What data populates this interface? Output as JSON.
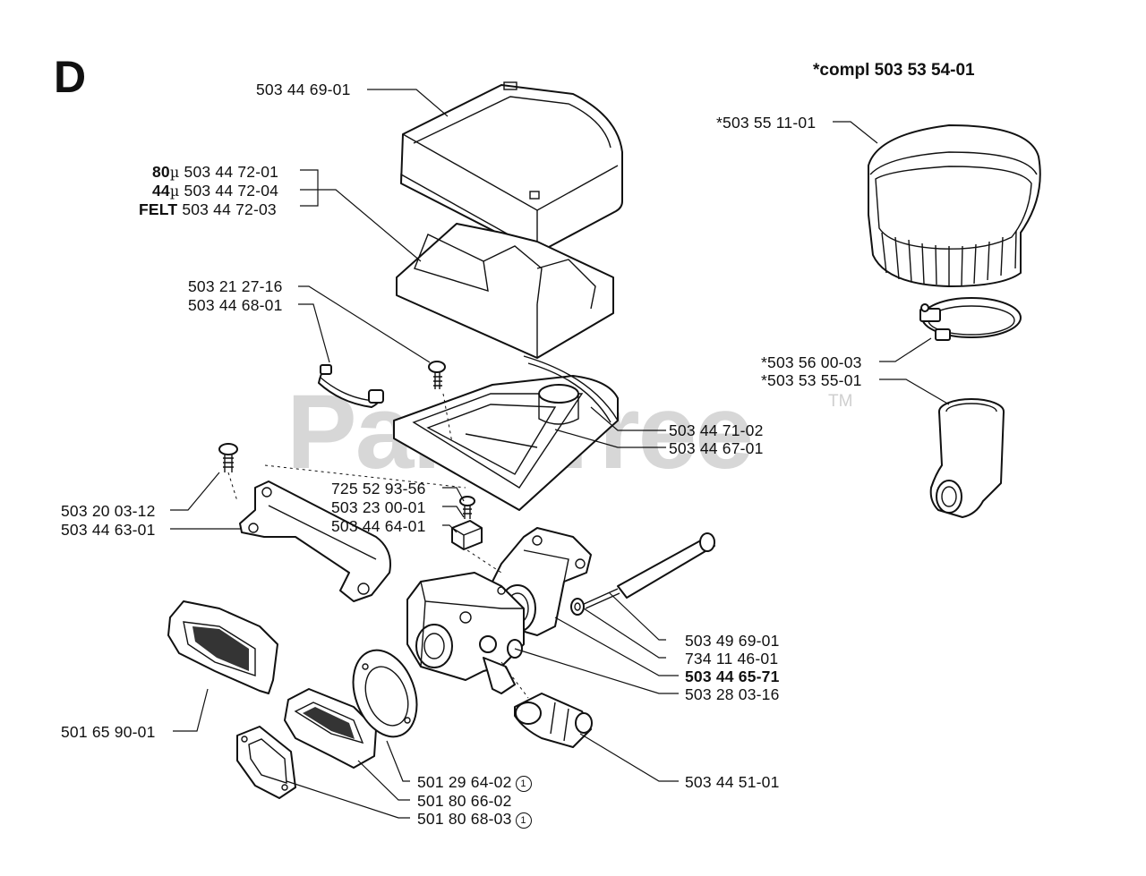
{
  "section_letter": "D",
  "kit_title": "*compl 503 53 54-01",
  "watermark": "PartsTree",
  "watermark_tm": "TM",
  "labels": {
    "cover": "503 44 69-01",
    "filter_80_prefix": "80",
    "filter_80": "503 44 72-01",
    "filter_44_prefix": "44",
    "filter_44": "503 44 72-04",
    "filter_felt_prefix": "FELT",
    "filter_felt": "503 44 72-03",
    "micro": "µ",
    "screw_a": "503 21 27-16",
    "clip": "503 44 68-01",
    "seal_strip": "503 44 71-02",
    "filter_base": "503 44 67-01",
    "screw_b": "503 20 03-12",
    "bracket": "503 44 63-01",
    "screw_c": "725 52 93-56",
    "nut": "503 23 00-01",
    "holder": "503 44 64-01",
    "bolt": "503 49 69-01",
    "washer": "734 11 46-01",
    "elbow": "503 44 65-71",
    "carburetor": "503 28 03-16",
    "boot": "501 65 90-01",
    "gasket_round": "501 29 64-02",
    "spacer": "501 80 66-02",
    "gasket_flat": "501 80 68-03",
    "hose": "503 44 51-01",
    "kit_filter": "*503 55 11-01",
    "kit_clamp": "*503 56 00-03",
    "kit_adapter": "*503 53 55-01",
    "note_mark": "1"
  }
}
